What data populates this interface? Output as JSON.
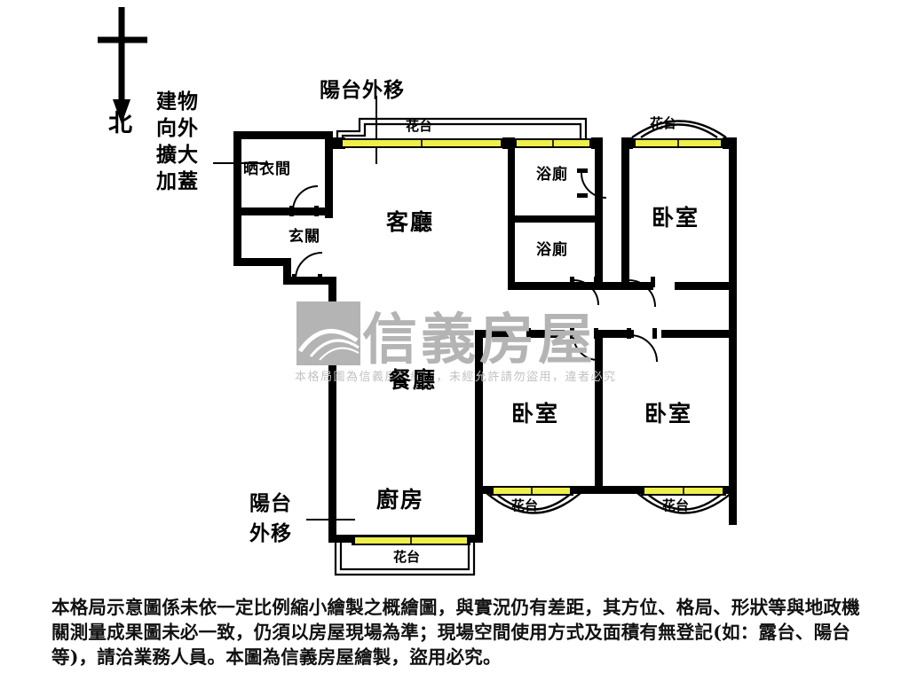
{
  "compass": {
    "label": "北",
    "icon": "north-arrow"
  },
  "annotations": {
    "expansion_note": "建物\n向外\n擴大\n加蓋",
    "expansion_lines": [
      "建物",
      "向外",
      "擴大",
      "加蓋"
    ],
    "balcony_top": "陽台外移",
    "balcony_bottom_lines": [
      "陽台",
      "外移"
    ]
  },
  "rooms": [
    {
      "id": "drying-room",
      "label": "晒衣間",
      "size": "sm"
    },
    {
      "id": "foyer",
      "label": "玄關",
      "size": "sm"
    },
    {
      "id": "living-room",
      "label": "客廳",
      "size": "lg"
    },
    {
      "id": "bathroom-upper",
      "label": "浴廁",
      "size": "sm"
    },
    {
      "id": "bathroom-lower",
      "label": "浴廁",
      "size": "sm"
    },
    {
      "id": "bedroom-ne",
      "label": "卧室",
      "size": "lg"
    },
    {
      "id": "dining-room",
      "label": "餐廳",
      "size": "lg"
    },
    {
      "id": "bedroom-center",
      "label": "卧室",
      "size": "lg"
    },
    {
      "id": "bedroom-se",
      "label": "卧室",
      "size": "lg"
    },
    {
      "id": "kitchen",
      "label": "廚房",
      "size": "lg"
    }
  ],
  "flower_beds": [
    {
      "id": "flower-bed-top-living",
      "label": "花台"
    },
    {
      "id": "flower-bed-top-bedroom",
      "label": "花台"
    },
    {
      "id": "flower-bed-bottom-center",
      "label": "花台"
    },
    {
      "id": "flower-bed-bottom-right",
      "label": "花台"
    },
    {
      "id": "flower-bed-kitchen",
      "label": "花台"
    }
  ],
  "watermark": {
    "brand": "信義房屋",
    "subtext": "本格局圖為信義房屋繪製，未經允許請勿盜用，違者必究"
  },
  "disclaimer": "本格局示意圖係未依一定比例縮小繪製之概繪圖，與實況仍有差距，其方位、格局、形狀等與地政機關測量成果圖未必一致，仍須以房屋現場為準；現場空間使用方式及面積有無登記(如：露台、陽台等)，請洽業務人員。本圖為信義房屋繪製，盜用必究。",
  "colors": {
    "wall": "#000000",
    "window_fill": "#efef4a",
    "background": "#ffffff",
    "watermark": "#b4b4b4"
  }
}
